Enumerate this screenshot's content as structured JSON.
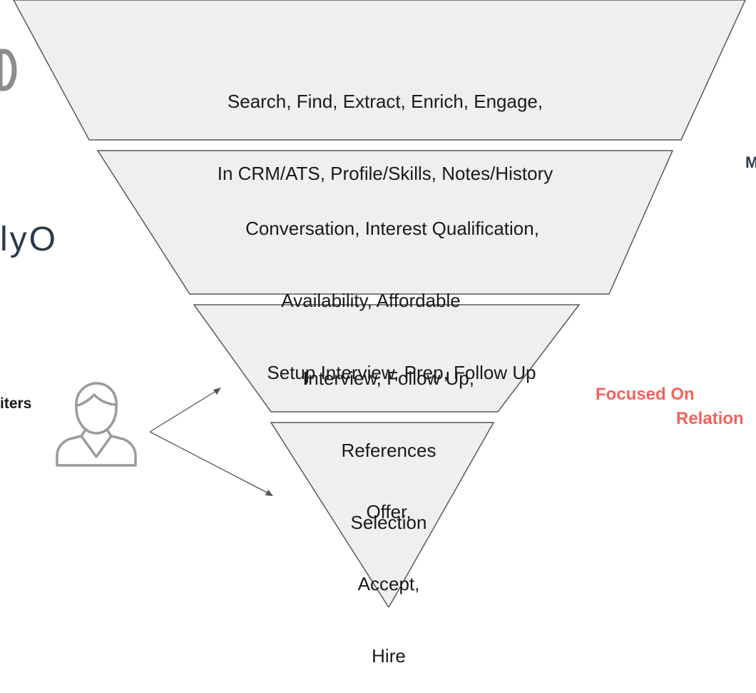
{
  "left_fragments": {
    "logo_fragment": "lyO",
    "role_label": "iters"
  },
  "funnel": {
    "levels": [
      {
        "lines": [
          "Search, Find, Extract, Enrich, Engage,",
          "In CRM/ATS, Profile/Skills, Notes/History"
        ]
      },
      {
        "lines": [
          "Conversation, Interest Qualification,",
          "Availability, Affordable",
          "Setup Interview, Prep, Follow Up"
        ]
      },
      {
        "lines_lead": "I",
        "lines": [
          "nterview, Follow Up,",
          "References",
          "Selection"
        ]
      },
      {
        "lines": [
          "Offer,",
          "Accept,",
          "Hire"
        ]
      }
    ]
  },
  "right_fragments": {
    "top_letter": "M",
    "focus_line1": "Focused On",
    "focus_line2": "Relation"
  },
  "colors": {
    "funnel_fill": "#efefef",
    "funnel_stroke": "#595959",
    "logo": "#2b3a4a",
    "accent_red": "#f4625b",
    "icon_gray": "#9a9a9a",
    "arrow": "#555555"
  },
  "icons": {
    "user": "user-outline-icon"
  }
}
